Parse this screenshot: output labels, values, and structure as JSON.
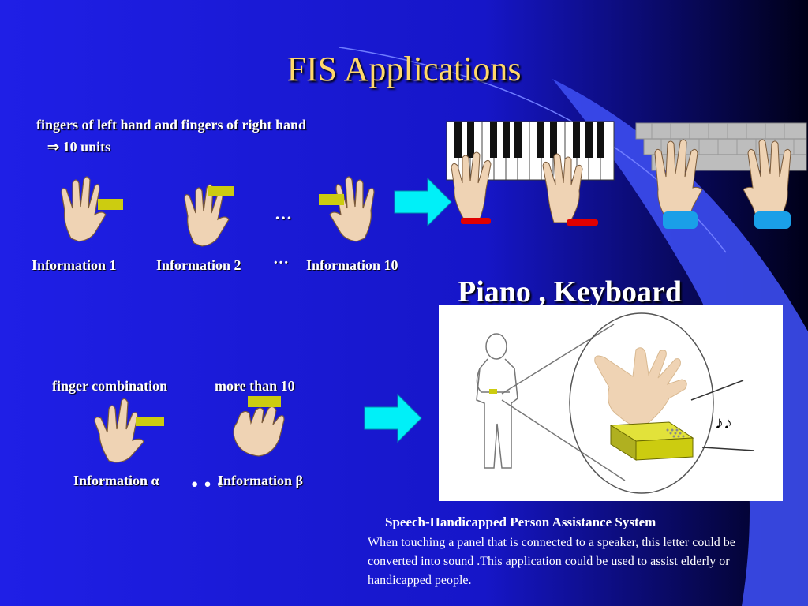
{
  "slide": {
    "title": "FIS Applications",
    "top_text_line1": "fingers of left hand  and fingers of right hand",
    "top_text_line2": "⇒   10 units",
    "hands_row1_ellipsis": "…",
    "info1": "Information 1",
    "info2": "Information 2",
    "info_ellipsis": "···",
    "info10": "Information 10",
    "piano_keyboard": "Piano , Keyboard",
    "combo_label1": "finger combination",
    "combo_label2": "more than 10",
    "info_alpha": "Information α",
    "info_dots": "···",
    "info_beta": "Information β",
    "music_note": "♪♪",
    "speech_title": "Speech-Handicapped Person Assistance System",
    "speech_body_line1": "When touching a panel that is connected to a speaker, this letter could be",
    "speech_body_line2": "converted into sound .This application could be used to assist elderly or",
    "speech_body_line3": "handicapped people."
  },
  "colors": {
    "background": "#1f1fe0",
    "title": "#ffd86a",
    "hand": "#efd3b4",
    "panel": "#cccc10",
    "arrow": "#00f0f8",
    "wristband_red": "#e00000",
    "wristband_blue": "#1a9fe8"
  },
  "icons": [
    "hand-icon",
    "arrow-right-icon",
    "piano-keys-icon",
    "keyboard-icon",
    "person-figure-icon",
    "speaker-box-icon"
  ]
}
